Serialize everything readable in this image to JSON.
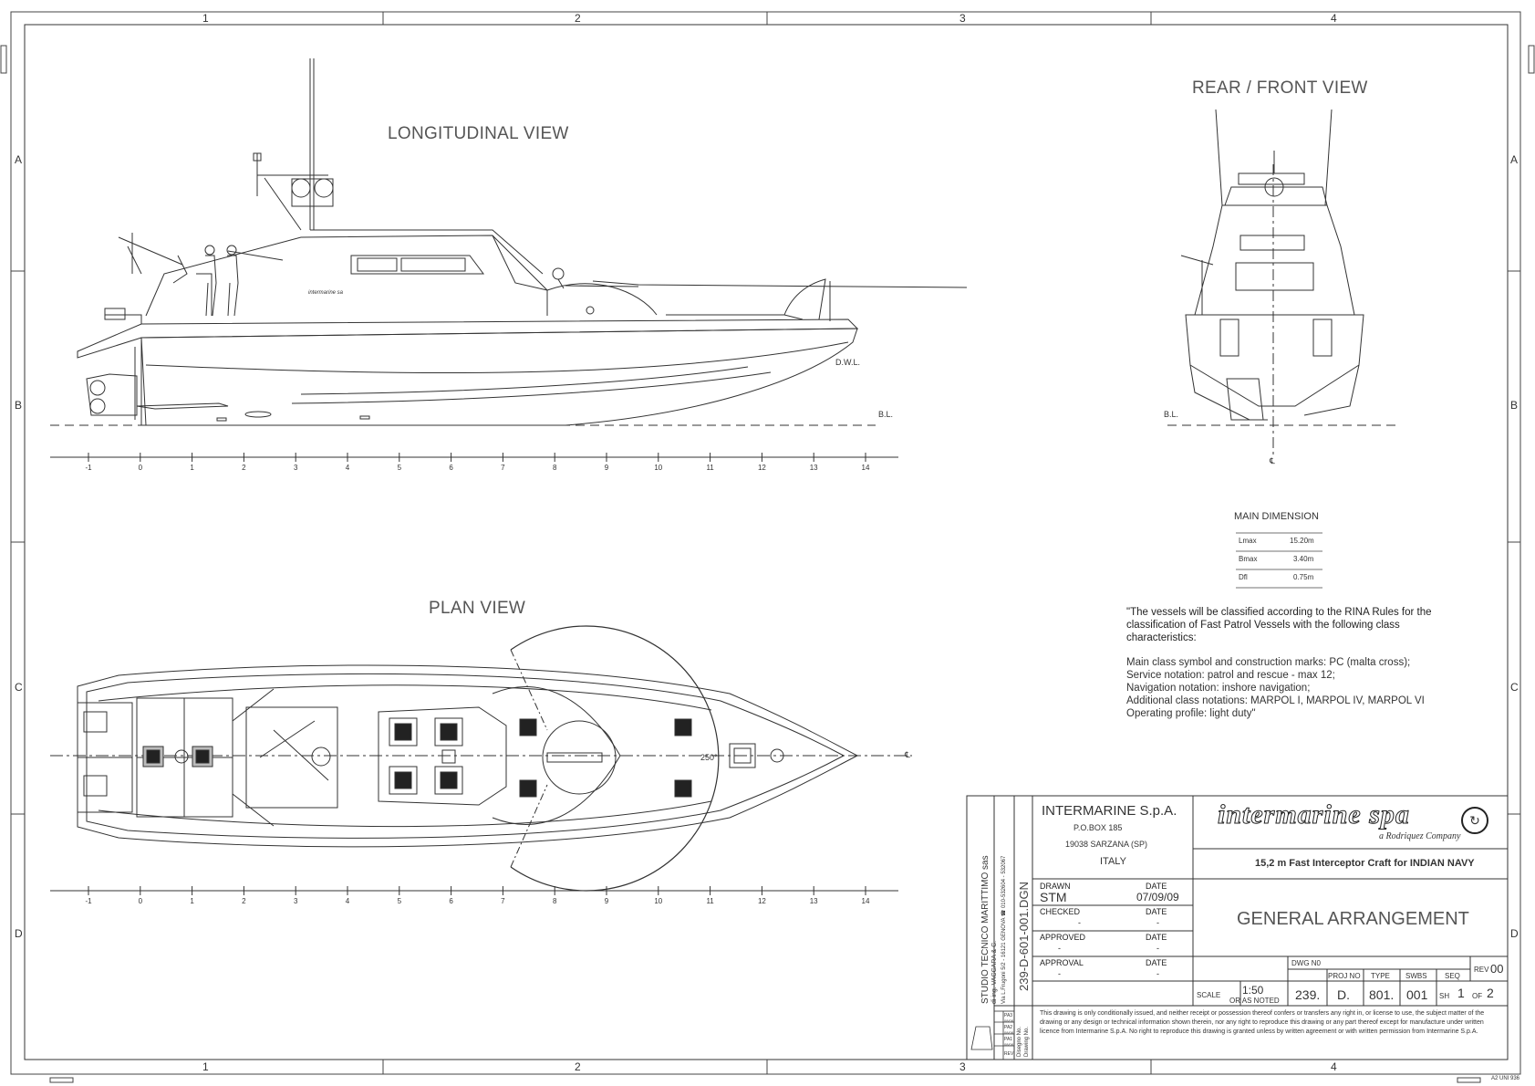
{
  "frame": {
    "col_labels": [
      "1",
      "2",
      "3",
      "4"
    ],
    "row_labels": [
      "A",
      "B",
      "C",
      "D"
    ],
    "paper_size": "A2 UNI 936"
  },
  "views": {
    "longitudinal": "LONGITUDINAL VIEW",
    "plan": "PLAN VIEW",
    "rear_front": "REAR / FRONT VIEW"
  },
  "frame_scale": [
    "-1",
    "0",
    "1",
    "2",
    "3",
    "4",
    "5",
    "6",
    "7",
    "8",
    "9",
    "10",
    "11",
    "12",
    "13",
    "14"
  ],
  "markers": {
    "dwl": "D.W.L.",
    "bl": "B.L.",
    "centerline": "℄",
    "angle": "250°",
    "hull_brand": "intermarine sa"
  },
  "main_dimension": {
    "title": "MAIN DIMENSION",
    "rows": [
      {
        "label": "Lmax",
        "value": "15.20m"
      },
      {
        "label": "Bmax",
        "value": "3.40m"
      },
      {
        "label": "Dfl",
        "value": "0.75m"
      }
    ]
  },
  "classification_note": {
    "intro": "\"The vessels will be classified according to the RINA Rules for the classification of Fast Patrol Vessels with the following class characteristics:",
    "lines": [
      "Main class symbol and construction marks:  PC (malta cross);",
      "Service notation: patrol and rescue - max 12;",
      "Navigation notation: inshore navigation;",
      "Additional class notations: MARPOL I, MARPOL IV, MARPOL VI",
      "Operating profile: light duty\""
    ]
  },
  "title_block": {
    "studio_name": "STUDIO TECNICO MARITTIMO sas",
    "studio_line2": "di ing. VACCARA & C.",
    "studio_line3": "Via L.Frugoni 5/2 - 16121 GENOVA ☎ 010-532604 - 532067",
    "drawing_number_vertical": "239-D-601-001.DGN",
    "side_codes": [
      "PA3",
      "PA2",
      "PA1"
    ],
    "side_dates": [
      "08/08",
      "08/08",
      "08/08"
    ],
    "side_rev": "REV",
    "disegno_label": "Disegno No.",
    "drawing_label": "Drawing No.",
    "company": "INTERMARINE S.p.A.",
    "address1": "P.O.BOX 185",
    "address2": "19038 SARZANA (SP)",
    "address3": "ITALY",
    "logo_text": "intermarine spa",
    "logo_sub": "a Rodriquez Company",
    "project": "15,2 m Fast Interceptor Craft for INDIAN NAVY",
    "drawn_label": "DRAWN",
    "drawn_value": "STM",
    "drawn_date_label": "DATE",
    "drawn_date": "07/09/09",
    "checked_label": "CHECKED",
    "checked_value": "-",
    "checked_date_label": "DATE",
    "checked_date": "-",
    "approved_label": "APPROVED",
    "approved_value": "-",
    "approved_date_label": "DATE",
    "approved_date": "-",
    "approval_label": "APPROVAL",
    "approval_value": "-",
    "approval_date_label": "DATE",
    "approval_date": "-",
    "drawing_title": "GENERAL ARRANGEMENT",
    "dwg_no_label": "DWG N0",
    "proj_no_label": "PROJ NO",
    "type_label": "TYPE",
    "swbs_label": "SWBS",
    "seq_label": "SEQ",
    "rev_label": "REV",
    "rev_value": "00",
    "scale_label": "SCALE",
    "scale_value": "1:50",
    "scale_note": "OR AS NOTED",
    "dwg_value": "239.",
    "proj_value": "D.",
    "type_value": "801.",
    "swbs_value": "001",
    "sh_label": "SH",
    "sh_value": "1",
    "of_label": "OF",
    "of_value": "2",
    "disclaimer": "This drawing is only conditionally issued, and neither receipt or possession thereof confers or transfers any right in, or license to use, the subject matter of the drawing or any design or technical information shown therein, nor any right to reproduce this drawing or any part thereof except for manufacture under written licence from Intermarine S.p.A. No right to reproduce this drawing is granted unless by written agreement or with written permission from Intermarine S.p.A."
  }
}
